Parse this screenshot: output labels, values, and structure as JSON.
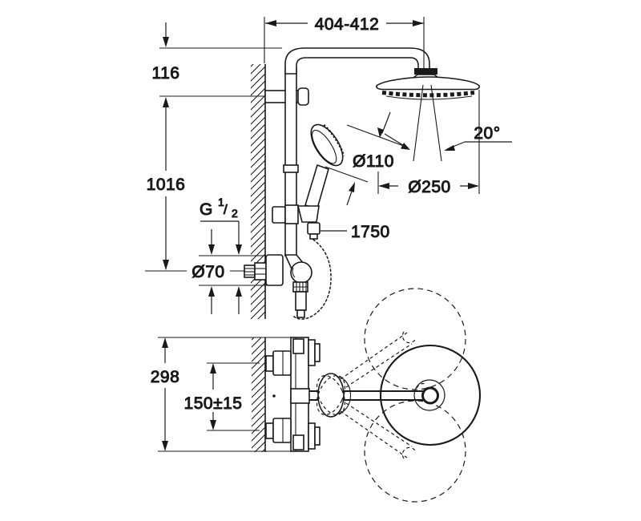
{
  "drawing": {
    "colors": {
      "line": "#1a1a1a",
      "background": "#ffffff"
    },
    "dimensions": {
      "arm_length": "404-412",
      "top_offset": "116",
      "rail_height": "1016",
      "thread_base": "G",
      "thread_numerator": "1",
      "thread_slash": "/",
      "thread_denominator": "2",
      "escutcheon_diameter": "Ø70",
      "hand_shower_diameter": "Ø110",
      "head_shower_diameter": "Ø250",
      "spray_angle": "20°",
      "hose_length": "1750",
      "valve_height": "298",
      "inlet_spacing": "150±15"
    }
  }
}
